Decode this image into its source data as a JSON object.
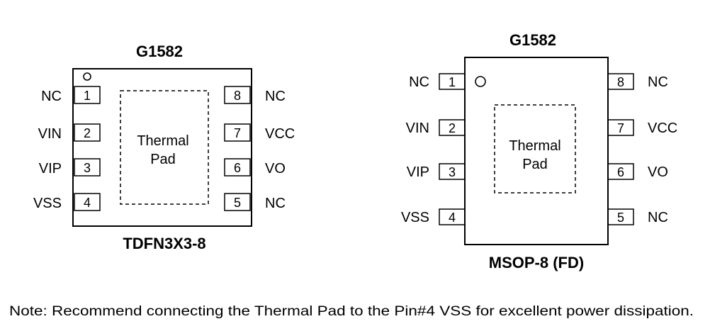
{
  "tdfn": {
    "chip_name": "G1582",
    "package_name": "TDFN3X3-8",
    "thermal_pad": [
      "Thermal",
      "Pad"
    ],
    "pins": [
      {
        "num": "1",
        "label": "NC"
      },
      {
        "num": "2",
        "label": "VIN"
      },
      {
        "num": "3",
        "label": "VIP"
      },
      {
        "num": "4",
        "label": "VSS"
      },
      {
        "num": "5",
        "label": "NC"
      },
      {
        "num": "6",
        "label": "VO"
      },
      {
        "num": "7",
        "label": "VCC"
      },
      {
        "num": "8",
        "label": "NC"
      }
    ]
  },
  "msop": {
    "chip_name": "G1582",
    "package_name": "MSOP-8 (FD)",
    "thermal_pad": [
      "Thermal",
      "Pad"
    ],
    "pins": [
      {
        "num": "1",
        "label": "NC"
      },
      {
        "num": "2",
        "label": "VIN"
      },
      {
        "num": "3",
        "label": "VIP"
      },
      {
        "num": "4",
        "label": "VSS"
      },
      {
        "num": "5",
        "label": "NC"
      },
      {
        "num": "6",
        "label": "VO"
      },
      {
        "num": "7",
        "label": "VCC"
      },
      {
        "num": "8",
        "label": "NC"
      }
    ]
  },
  "note": "Note: Recommend connecting the Thermal Pad to the Pin#4 VSS for excellent power dissipation."
}
